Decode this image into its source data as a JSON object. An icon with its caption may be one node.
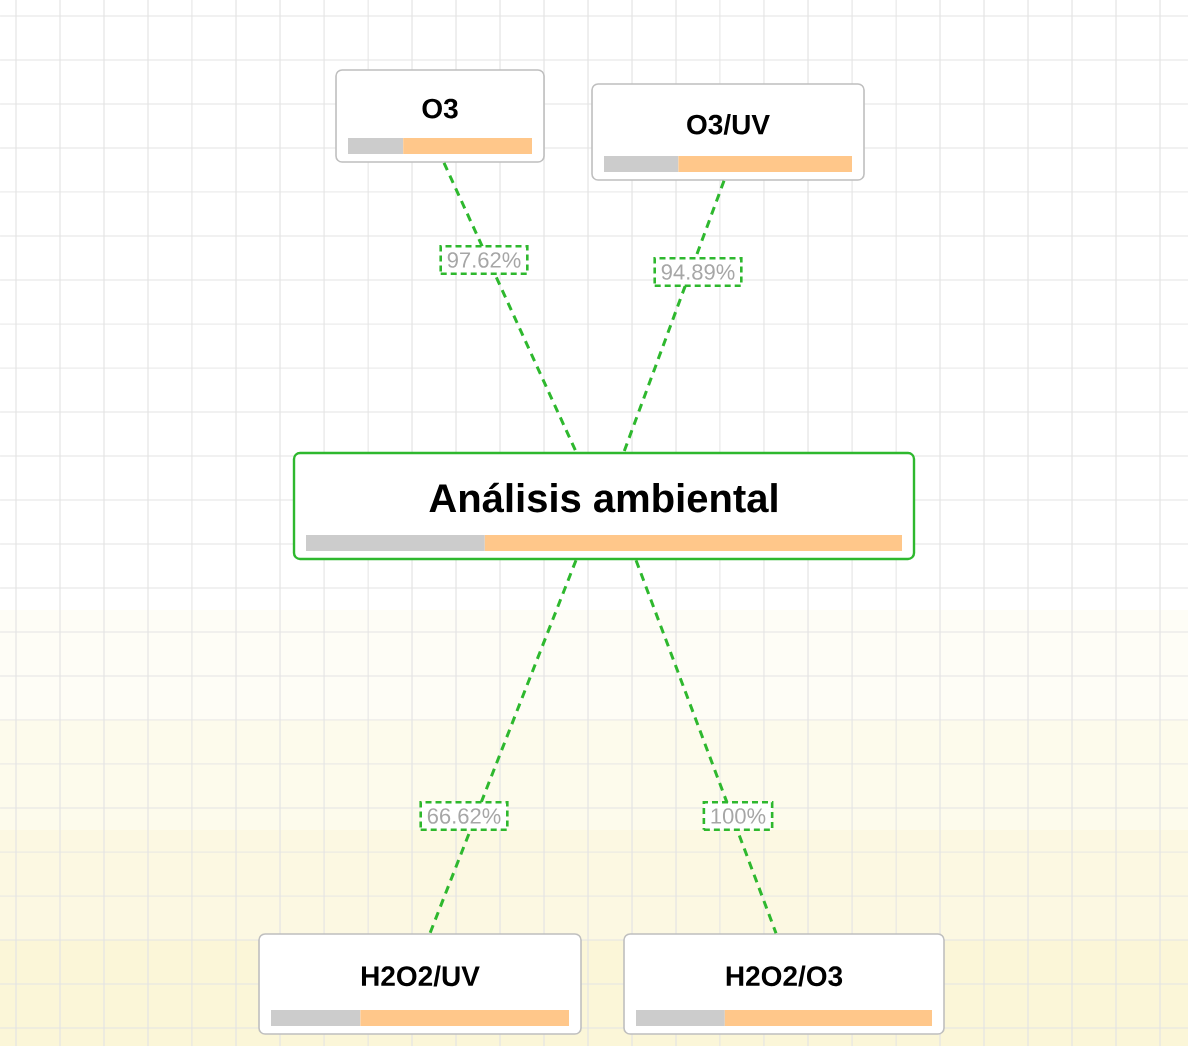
{
  "diagram": {
    "nodes": [
      {
        "text": [
          "O3"
        ]
      },
      {
        "text": [
          "O3/UV"
        ]
      },
      {
        "text": [
          "Análisis ambiental"
        ]
      },
      {
        "text": [
          "H2O2/UV"
        ]
      },
      {
        "text": [
          "H2O2/O3"
        ]
      }
    ],
    "edges": [
      {
        "from": 0,
        "to": 2,
        "arrow": "none",
        "style": "dashed",
        "label": "97.62%"
      },
      {
        "from": 1,
        "to": 2,
        "arrow": "none",
        "style": "dashed",
        "label": "94.89%"
      },
      {
        "from": 2,
        "to": 3,
        "arrow": "none",
        "style": "dashed",
        "label": "66.62%"
      },
      {
        "from": 2,
        "to": 4,
        "arrow": "none",
        "style": "dashed",
        "label": "100%"
      }
    ]
  }
}
